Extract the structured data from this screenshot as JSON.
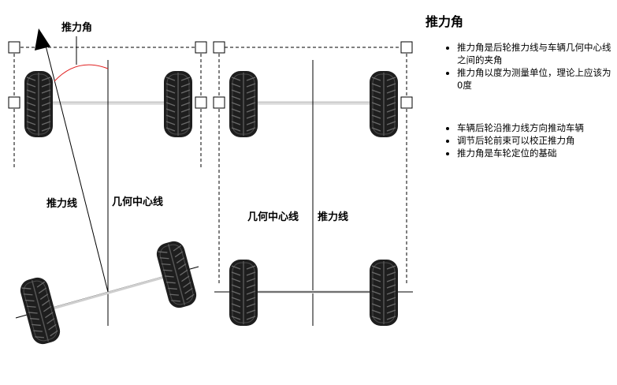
{
  "labels": {
    "thrust_angle": "推力角",
    "thrust_line_left": "推力线",
    "geo_center_left": "几何中心线",
    "geo_center_right": "几何中心线",
    "thrust_line_right": "推力线"
  },
  "panel": {
    "title": "推力角",
    "bullets_group1": [
      "推力角是后轮推力线与车辆几何中心线之间的夹角",
      "推力角以度为测量单位，理论上应该为0度"
    ],
    "bullets_group2": [
      "车辆后轮沿推力线方向推动车辆",
      "调节后轮前束可以校正推力角",
      "推力角是车轮定位的基础"
    ]
  },
  "colors": {
    "angle_arc": "#e02020",
    "tire": "#222222",
    "axle": "#cfcfcf"
  }
}
